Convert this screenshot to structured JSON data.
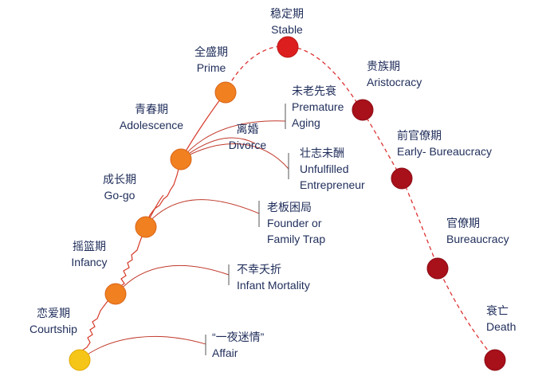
{
  "stages": {
    "courtship": {
      "zh": "恋爱期",
      "en": "Courtship",
      "color": "#f5c518"
    },
    "infancy": {
      "zh": "摇篮期",
      "en": "Infancy",
      "color": "#f08020"
    },
    "gogo": {
      "zh": "成长期",
      "en": "Go-go",
      "color": "#f08020"
    },
    "adolescence": {
      "zh": "青春期",
      "en": "Adolescence",
      "color": "#f08020"
    },
    "prime": {
      "zh": "全盛期",
      "en": "Prime",
      "color": "#f08020"
    },
    "stable": {
      "zh": "稳定期",
      "en": "Stable",
      "color": "#dd1e1e"
    },
    "aristocracy": {
      "zh": "贵族期",
      "en": "Aristocracy",
      "color": "#a8101a"
    },
    "early_bureaucracy": {
      "zh": "前官僚期",
      "en": "Early- Bureaucracy",
      "color": "#a8101a"
    },
    "bureaucracy": {
      "zh": "官僚期",
      "en": "Bureaucracy",
      "color": "#a8101a"
    },
    "death": {
      "zh": "衰亡",
      "en": "Death",
      "color": "#a8101a"
    }
  },
  "traps": {
    "affair": {
      "zh": "“一夜迷情”",
      "en": "Affair"
    },
    "infant_mortality": {
      "zh": "不幸夭折",
      "en": "Infant Mortality"
    },
    "founder_trap": {
      "zh": "老板困局",
      "en1": "Founder or",
      "en2": "Family Trap"
    },
    "unfulfilled": {
      "zh": "壮志未酬",
      "en1": "Unfulfilled",
      "en2": "Entrepreneur"
    },
    "divorce": {
      "zh": "离婚",
      "en": "Divorce"
    },
    "premature_aging": {
      "zh": "未老先衰",
      "en1": "Premature",
      "en2": "Aging"
    }
  },
  "colors": {
    "text": "#1f2d5a",
    "line": "#c0392b"
  }
}
